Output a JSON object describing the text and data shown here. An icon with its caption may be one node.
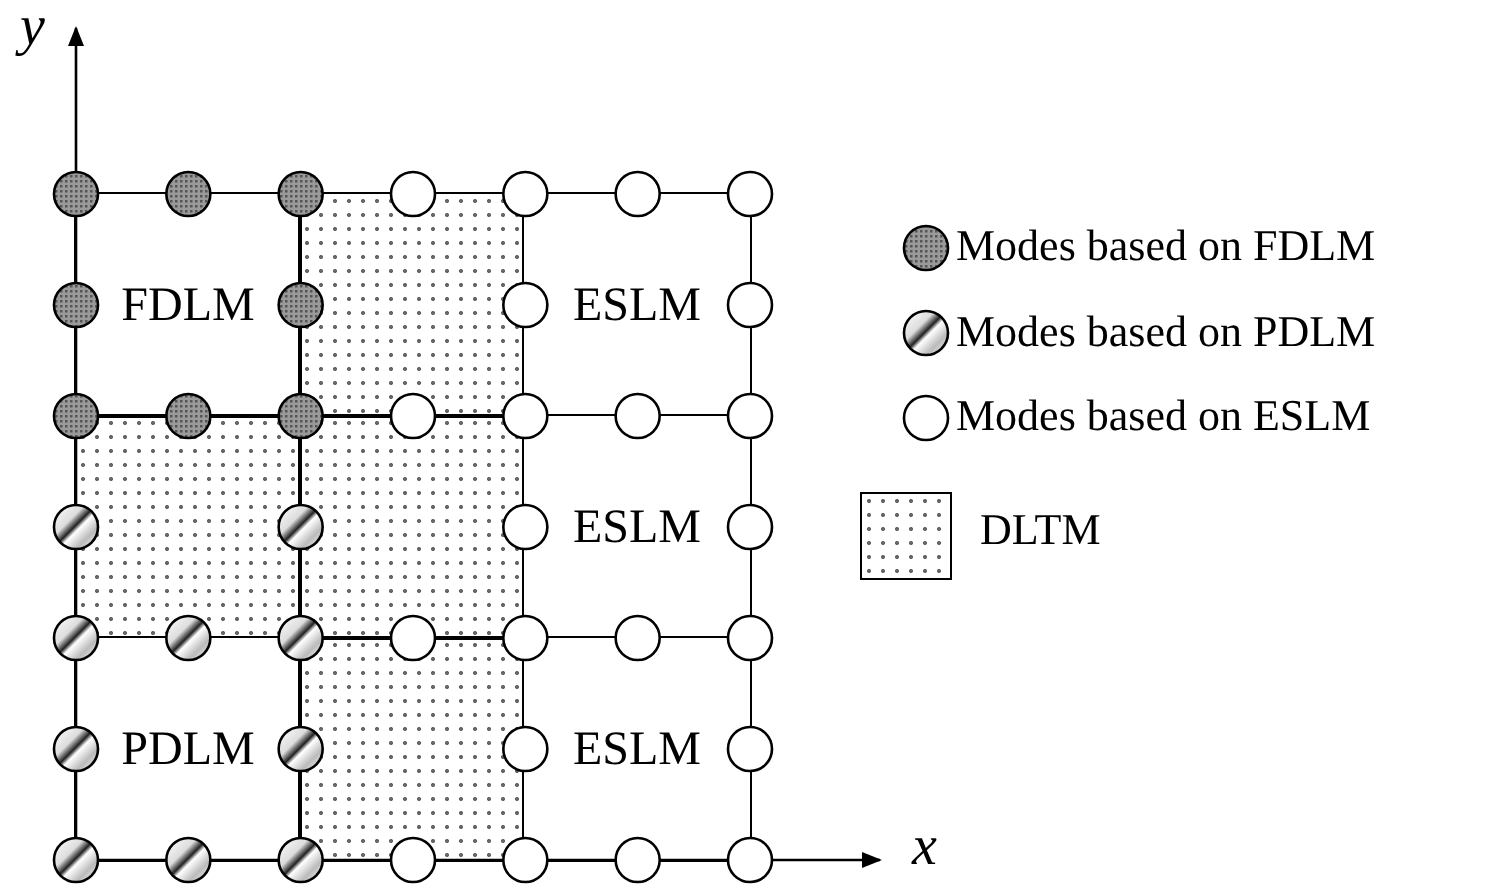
{
  "diagram": {
    "nodes": [
      {
        "text": [
          "FDLM"
        ]
      },
      {
        "text": [],
        "shape": "box"
      },
      {
        "text": [
          "ESLM"
        ]
      },
      {
        "text": [],
        "shape": "box"
      },
      {
        "text": [],
        "shape": "box"
      },
      {
        "text": [
          "ESLM"
        ]
      },
      {
        "text": [
          "PDLM"
        ]
      },
      {
        "text": [],
        "shape": "box"
      },
      {
        "text": [
          "ESLM"
        ]
      }
    ],
    "edges": [],
    "labels": [
      "y",
      "x"
    ],
    "legend": [
      {
        "text": "Modes based on FDLM"
      },
      {
        "text": "Modes based on PDLM"
      },
      {
        "text": "Modes based on ESLM"
      },
      {
        "text": "DLTM"
      }
    ]
  }
}
